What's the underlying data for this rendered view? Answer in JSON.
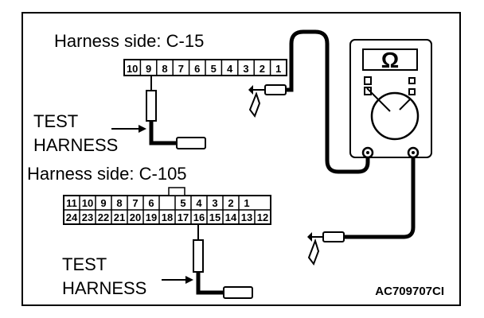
{
  "top": {
    "heading": "Harness side: C-15",
    "pins": [
      "10",
      "9",
      "8",
      "7",
      "6",
      "5",
      "4",
      "3",
      "2",
      "1"
    ],
    "probe_label_line1": "TEST",
    "probe_label_line2": "HARNESS"
  },
  "bottom": {
    "heading": "Harness side: C-105",
    "row1": [
      "11",
      "10",
      "9",
      "8",
      "7",
      "6",
      "",
      "5",
      "4",
      "3",
      "2",
      "1"
    ],
    "row2": [
      "24",
      "23",
      "22",
      "21",
      "20",
      "19",
      "18",
      "17",
      "16",
      "15",
      "14",
      "13",
      "12"
    ],
    "probe_label_line1": "TEST",
    "probe_label_line2": "HARNESS"
  },
  "meter": {
    "display_symbol": "Ω",
    "icon": "multimeter-icon"
  },
  "figure_code": "AC709707CI",
  "colors": {
    "ink": "#000000",
    "paper": "#ffffff"
  }
}
